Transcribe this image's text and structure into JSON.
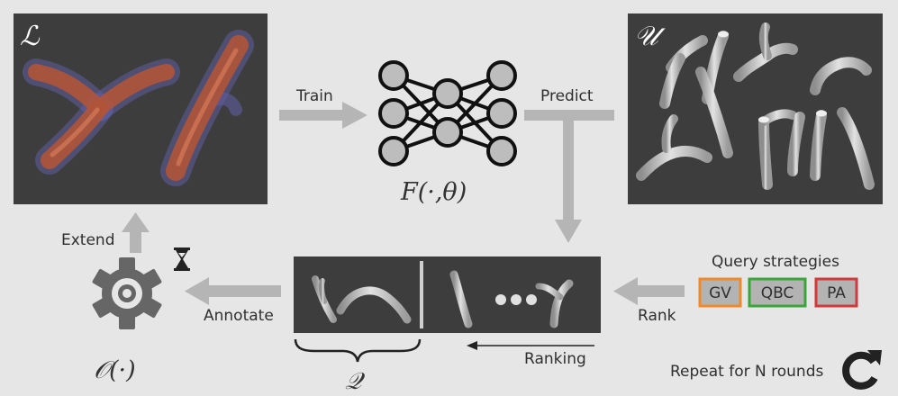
{
  "panels": {
    "labeled_symbol": "ℒ",
    "unlabeled_symbol": "𝒰",
    "query_symbol": "𝒬"
  },
  "model": {
    "function_label": "F(·,θ)"
  },
  "oracle": {
    "function_label": "𝒪(·)"
  },
  "arrows": {
    "train": "Train",
    "predict": "Predict",
    "rank": "Rank",
    "annotate": "Annotate",
    "extend": "Extend",
    "ranking": "Ranking"
  },
  "strategies": {
    "title": "Query strategies",
    "items": [
      {
        "label": "GV",
        "color": "#f0892b"
      },
      {
        "label": "QBC",
        "color": "#3aa63a"
      },
      {
        "label": "PA",
        "color": "#d03a3a"
      }
    ]
  },
  "footer": {
    "repeat": "Repeat for N rounds"
  },
  "colors": {
    "panel_bg": "#3d3d3d",
    "arrow": "#b5b5b5",
    "vessel": "#b9b9b9",
    "node": "#bdbdbd",
    "gear": "#666666"
  }
}
